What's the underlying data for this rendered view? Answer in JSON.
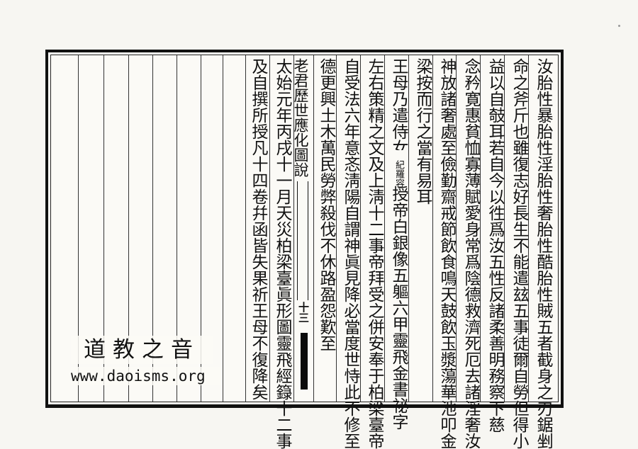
{
  "page": {
    "columns": [
      "汝胎性暴胎性淫胎性奢胎性酷胎性賊五者截身之刃鋸剉",
      "命之斧斤也雖復志好長生不能遣玆五事徒爾自勞但得小",
      "益以自攲耳若自今以徃爲汝五性反諸柔善明務察下慈",
      "念矜寛惠貧恤寡薄賦愛身常爲陰德救濟死厄去諸淫奢汝",
      "神放諸奢處至儉勤齋戒節飲食鳴天鼓飲玉漿蕩華池叩金",
      "梁按而行之當有易耳",
      "王母乃遣侍女",
      "授帝白銀像五軀六甲靈飛金書祕字",
      "左右策精之文及上淸十二事帝拜受之併安奉于柏梁臺帝",
      "自受法六年意忞淸陽自謂神眞見降必當度世恃此不修至",
      "德更興土木萬民勞弊殺伐不休路盈怨歎至",
      "老君歷世應化圖說",
      "太始元年丙戌十一月天災柏梁臺眞形圖靈飛經籙十二事",
      "及自撰所授凡十四卷幷函皆失果祈王母不復降矣"
    ],
    "note": "紀羅容",
    "page_number": "十三"
  },
  "watermark": {
    "name": "道教之音",
    "url": "www.daoisms.org"
  }
}
